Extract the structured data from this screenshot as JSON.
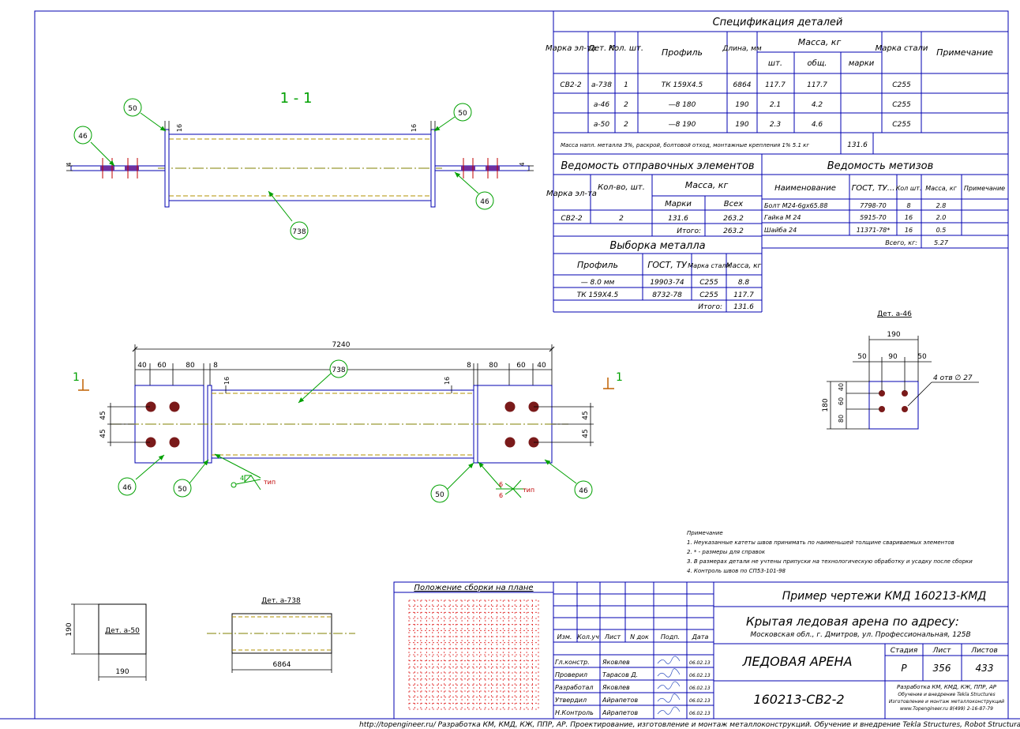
{
  "spec": {
    "title": "Спецификация деталей",
    "headers": {
      "mark": "Марка эл-та",
      "det": "Дет. N",
      "qty": "Кол. шт.",
      "profile": "Профиль",
      "length": "Длина, мм",
      "mass": "Масса, кг",
      "mass_pc": "шт.",
      "mass_total": "общ.",
      "mass_mark": "марки",
      "steel": "Марка стали",
      "note": "Примечание"
    },
    "rows": [
      {
        "mark": "СВ2-2",
        "det": "а-738",
        "qty": "1",
        "profile": "ТК 159Х4.5",
        "length": "6864",
        "pc": "117.7",
        "total": "117.7",
        "steel": "С255"
      },
      {
        "mark": "",
        "det": "а-46",
        "qty": "2",
        "profile": "—8 180",
        "length": "190",
        "pc": "2.1",
        "total": "4.2",
        "steel": "С255"
      },
      {
        "mark": "",
        "det": "а-50",
        "qty": "2",
        "profile": "—8 190",
        "length": "190",
        "pc": "2.3",
        "total": "4.6",
        "steel": "С255"
      }
    ],
    "footer_text": "Масса напл. металла 3%, раскрой, болтовой отход, монтажные крепления 1%   5.1 кг",
    "footer_value": "131.6"
  },
  "shipping": {
    "title": "Ведомость отправочных элементов",
    "headers": {
      "mark": "Марка эл-та",
      "qty": "Кол-во, шт.",
      "mass": "Масса, кг",
      "mass_mark": "Марки",
      "mass_all": "Всех"
    },
    "row": {
      "mark": "СВ2-2",
      "qty": "2",
      "mass_mark": "131.6",
      "mass_all": "263.2"
    },
    "total_label": "Итого:",
    "total_value": "263.2"
  },
  "hardware": {
    "title": "Ведомость метизов",
    "headers": {
      "name": "Наименование",
      "gost": "ГОСТ, ТУ...",
      "qty": "Кол шт.",
      "mass": "Масса, кг",
      "note": "Примечание"
    },
    "rows": [
      {
        "name": "Болт М24-6gх65.88",
        "gost": "7798-70",
        "qty": "8",
        "mass": "2.8"
      },
      {
        "name": "Гайка М 24",
        "gost": "5915-70",
        "qty": "16",
        "mass": "2.0"
      },
      {
        "name": "Шайба 24",
        "gost": "11371-78*",
        "qty": "16",
        "mass": "0.5"
      }
    ],
    "total_label": "Всего, кг:",
    "total_value": "5.27"
  },
  "metal": {
    "title": "Выборка металла",
    "headers": {
      "profile": "Профиль",
      "gost": "ГОСТ, ТУ",
      "steel": "Марка стали",
      "mass": "Масса, кг"
    },
    "rows": [
      {
        "profile": "— 8.0 мм",
        "gost": "19903-74",
        "steel": "С255",
        "mass": "8.8"
      },
      {
        "profile": "ТК 159Х4.5",
        "gost": "8732-78",
        "steel": "С255",
        "mass": "117.7"
      }
    ],
    "total_label": "Итого:",
    "total_value": "131.6"
  },
  "drawing": {
    "section_title": "1 - 1",
    "section_mark": "1",
    "callouts": {
      "c50": "50",
      "c46": "46",
      "c738": "738"
    },
    "dims": {
      "d16": "16",
      "d4": "4",
      "d7240": "7240",
      "d40": "40",
      "d60": "60",
      "d80": "80",
      "d8": "8",
      "d45": "45",
      "d190": "190",
      "d90": "90",
      "d50": "50",
      "d180": "180",
      "d6864": "6864"
    },
    "weld_left": {
      "size": "4",
      "tip": "тип"
    },
    "weld_right": {
      "size_top": "6",
      "size_bottom": "6",
      "tip": "тип"
    },
    "det46_title": "Дет. а-46",
    "holes_label": "4 отв ∅ 27",
    "det50_title": "Дет. а-50",
    "det738_title": "Дет. а-738"
  },
  "notes": {
    "title": "Примечание",
    "items": [
      "1. Неуказанные катеты швов принимать по наименьшей толщине свариваемых элементов",
      "2. * - размеры для справок",
      "3. В размерах детали не учтены припуски на технологическую обработку и усадку после сборки",
      "4. Контроль швов по СП53-101-98"
    ]
  },
  "plan": {
    "title": "Положение сборки на плане"
  },
  "title_block": {
    "example": "Пример чертежи КМД 160213-КМД",
    "object_title": "Крытая ледовая арена по адресу:",
    "object_address": "Московская обл., г. Дмитров, ул. Профессиональная, 125В",
    "building": "ЛЕДОВАЯ АРЕНА",
    "mark_code": "160213-СВ2-2",
    "stage_h": "Стадия",
    "sheet_h": "Лист",
    "sheets_h": "Листов",
    "stage": "Р",
    "sheet": "356",
    "sheets": "433",
    "col_headers": [
      "Изм.",
      "Кол.уч",
      "Лист",
      "N док",
      "Подп.",
      "Дата"
    ],
    "people": [
      {
        "role": "Гл.констр.",
        "name": "Яковлев",
        "date": "06.02.13"
      },
      {
        "role": "Проверил",
        "name": "Тарасов Д.",
        "date": "06.02.13"
      },
      {
        "role": "Разработал",
        "name": "Яковлев",
        "date": "06.02.13"
      },
      {
        "role": "Утвердил",
        "name": "Айрапетов",
        "date": "06.02.13"
      },
      {
        "role": "Н.Контроль",
        "name": "Айрапетов",
        "date": "06.02.13"
      }
    ],
    "company": [
      "Разработка КМ, КМД, КЖ, ППР, АР",
      "Обучение и внедрение Tekla Structures",
      "Изготовление и монтаж металлоконструкций",
      "www.Topengineer.ru            8(499) 2-16-87-79"
    ]
  },
  "footer": "http://topengineer.ru/  Разработка КМ, КМД, КЖ, ППР, АР. Проектирование, изготовление и монтаж металлоконструкций. Обучение и внедрение Tekla Structures, Robot Structural Analysis."
}
